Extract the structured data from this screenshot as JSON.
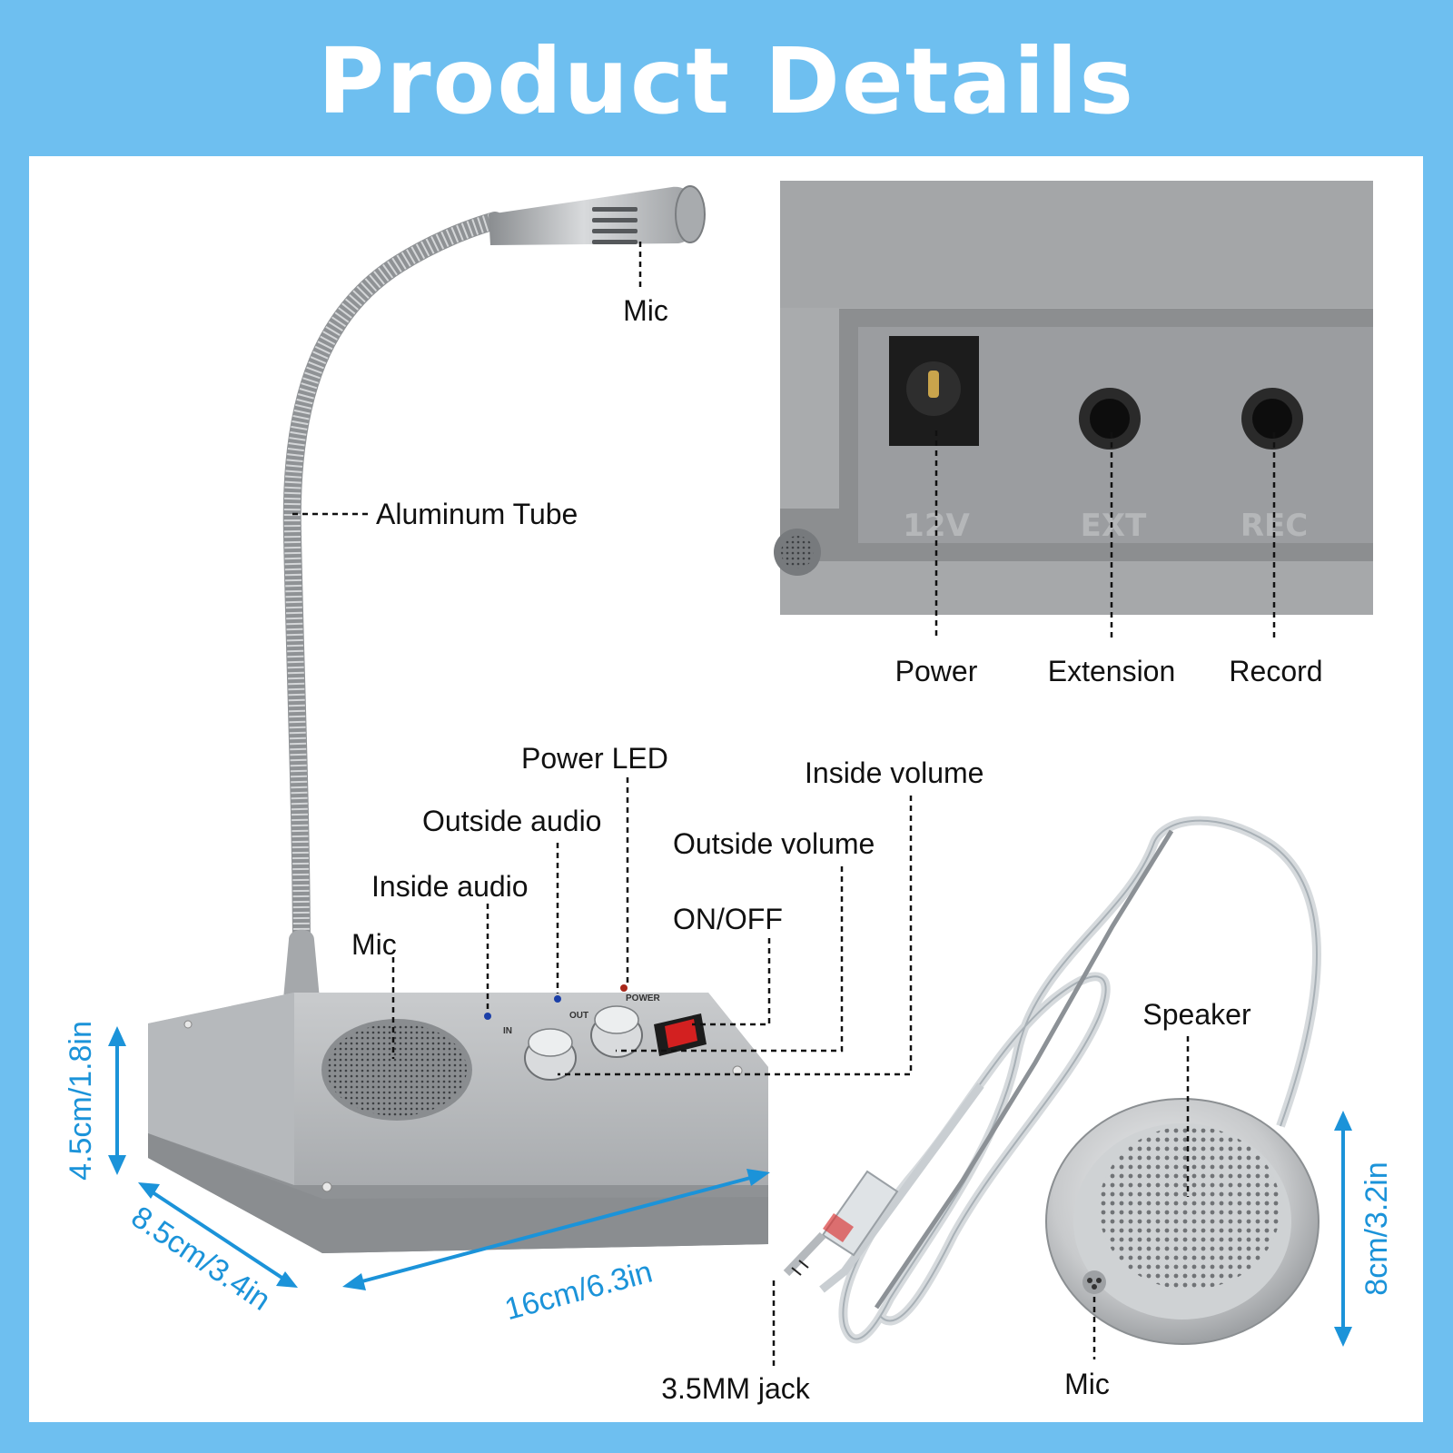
{
  "title": "Product Details",
  "base_unit": {
    "mic": "Mic",
    "aluminum_tube": "Aluminum Tube",
    "front_mic": "Mic",
    "inside_audio": "Inside audio",
    "outside_audio": "Outside audio",
    "power_led": "Power LED",
    "on_off": "ON/OFF",
    "outside_volume": "Outside volume",
    "inside_volume": "Inside volume",
    "panel_in": "IN",
    "panel_out": "OUT",
    "panel_power": "POWER"
  },
  "rear_ports": {
    "power": "Power",
    "extension": "Extension",
    "record": "Record",
    "panel_12v": "12V",
    "panel_ext": "EXT",
    "panel_rec": "REC"
  },
  "speaker_unit": {
    "speaker": "Speaker",
    "mic": "Mic",
    "jack": "3.5MM jack"
  },
  "dimensions": {
    "height": "4.5cm/1.8in",
    "depth": "8.5cm/3.4in",
    "width": "16cm/6.3in",
    "speaker_height": "8cm/3.2in"
  },
  "colors": {
    "frame": "#6ebff0",
    "dimension_text": "#1b93d9"
  }
}
